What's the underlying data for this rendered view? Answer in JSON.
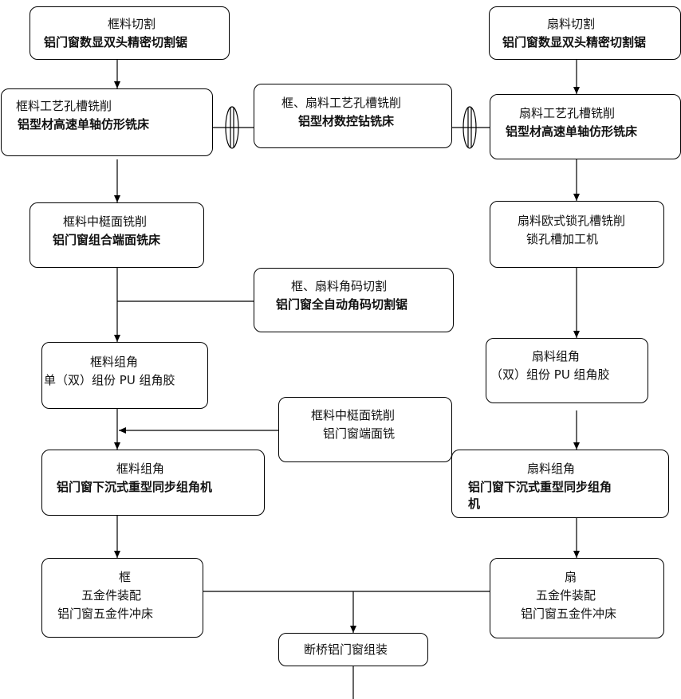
{
  "nodes": {
    "frame_cut": {
      "line1": "框料切割",
      "line2": "铝门窗数显双头精密切割锯"
    },
    "sash_cut": {
      "line1": "扇料切割",
      "line2": "铝门窗数显双头精密切割锯"
    },
    "frame_slot": {
      "line1": "框料工艺孔槽铣削",
      "line2": "铝型材高速单轴仿形铣床"
    },
    "shared_slot": {
      "line1": "框、扇料工艺孔槽铣削",
      "line2": "铝型材数控钻铣床"
    },
    "sash_slot": {
      "line1": "扇料工艺孔槽铣削",
      "line2": "铝型材高速单轴仿形铣床"
    },
    "frame_mullion": {
      "line1": "框料中梃面铣削",
      "line2": "铝门窗组合端面铣床"
    },
    "sash_lock": {
      "line1": "扇料欧式锁孔槽铣削",
      "line2": "锁孔槽加工机"
    },
    "corner_cut": {
      "line1": "框、扇料角码切割",
      "line2": "铝门窗全自动角码切割锯"
    },
    "frame_glue": {
      "line1": "框料组角",
      "line2": "单（双）组份 PU 组角胶"
    },
    "sash_glue": {
      "line1": "扇料组角",
      "line2": "（双）组份 PU 组角胶"
    },
    "mullion_mill": {
      "line1": "框料中梃面铣削",
      "line2": "铝门窗端面铣"
    },
    "frame_crimp": {
      "line1": "框料组角",
      "line2": "铝门窗下沉式重型同步组角机"
    },
    "sash_crimp": {
      "line1": "扇料组角",
      "line2": "铝门窗下沉式重型同步组角",
      "line3": "机"
    },
    "frame_hw": {
      "line1": "框",
      "line2": "五金件装配",
      "line3": "铝门窗五金件冲床"
    },
    "sash_hw": {
      "line1": "扇",
      "line2": "五金件装配",
      "line3": "铝门窗五金件冲床"
    },
    "assembly": {
      "line1": "断桥铝门窗组装"
    }
  }
}
